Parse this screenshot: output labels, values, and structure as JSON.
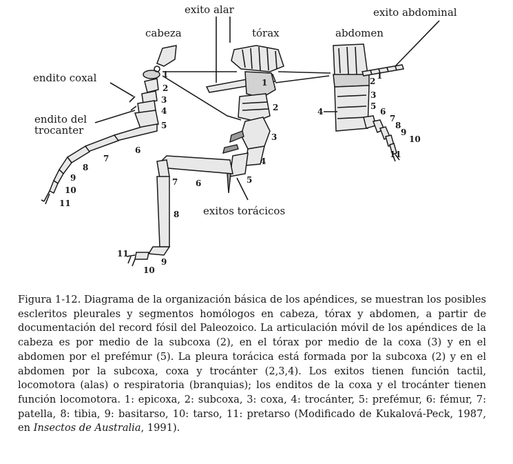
{
  "labels": {
    "exito_alar": "exito alar",
    "exito_abdominal": "exito abdominal",
    "cabeza": "cabeza",
    "torax": "tórax",
    "abdomen": "abdomen",
    "endito_coxal": "endito coxal",
    "endito_trocanter_1": "endito del",
    "endito_trocanter_2": "trocanter",
    "exitos_toracicos": "exitos torácicos"
  },
  "numbers": {
    "head": [
      "1",
      "2",
      "3",
      "4",
      "5",
      "6",
      "7",
      "8",
      "9",
      "10",
      "11"
    ],
    "thorax_upper": [
      "1",
      "2",
      "3",
      "4",
      "5"
    ],
    "thorax_lower": [
      "6",
      "7",
      "8",
      "9",
      "10",
      "11"
    ],
    "abdomen": [
      "1",
      "2",
      "3",
      "4",
      "5",
      "6",
      "7",
      "8",
      "9",
      "10",
      "11"
    ]
  },
  "caption": {
    "part1": "Figura 1-12. Diagrama de la organización básica de los apéndices, se muestran los posibles escleritos pleurales y segmentos homólogos en cabeza, tórax y abdomen, a partir de documentación del record fósil del Paleozoico. La articulación móvil de los apéndices de la cabeza es por medio de la subcoxa (2), en el tórax por medio de la coxa (3) y en el abdomen por el prefémur (5). La pleura torácica está formada por la subcoxa (2) y en el abdomen por la subcoxa, coxa y trocánter (2,3,4). Los exitos tienen función tactil, locomotora (alas) o respiratoria (branquias); los enditos de la coxa y el trocánter tienen función locomotora. 1: epicoxa, 2: subcoxa, 3: coxa, 4: trocánter, 5: prefémur, 6: fémur, 7: patella, 8: tibia, 9: basitarso, 10: tarso, 11: pretarso (Modificado de Kukalová-Peck, 1987, en ",
    "italic": "Insectos de Australia",
    "part2": ", 1991)."
  }
}
